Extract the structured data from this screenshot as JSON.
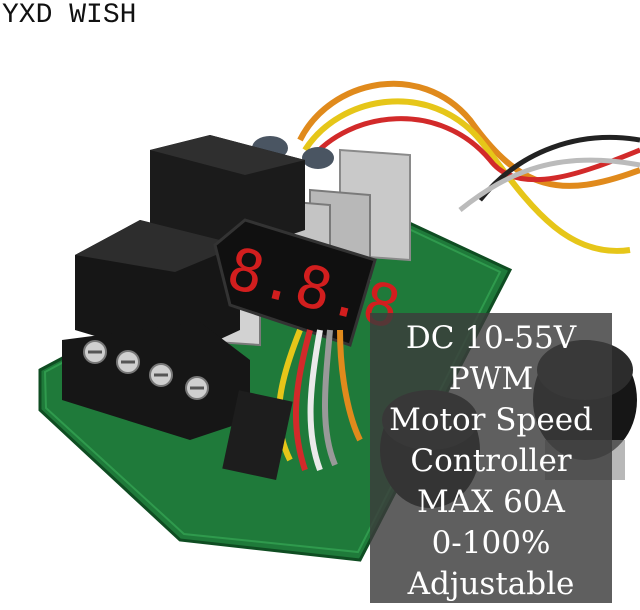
{
  "brand": "YXD WISH",
  "product": {
    "lines": [
      "DC 10-55V",
      "PWM",
      "Motor Speed",
      "Controller",
      "MAX 60A",
      "0-100%",
      "Adjustable"
    ]
  },
  "display": {
    "digits": "8.8.8"
  },
  "colors": {
    "board": "#1f7a3a",
    "relay": "#1b1b1b",
    "panel": "#3c3c3c",
    "text": "#ffffff"
  }
}
